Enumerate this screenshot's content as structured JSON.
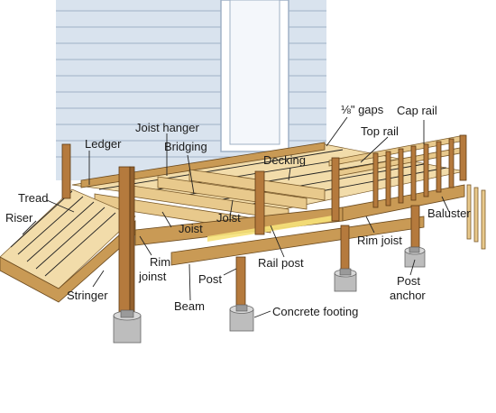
{
  "labels": {
    "joist_hanger": "Joist hanger",
    "ledger": "Ledger",
    "bridging": "Bridging",
    "eighth_gaps": "⅛\" gaps",
    "cap_rail": "Cap rail",
    "top_rail": "Top rail",
    "decking": "Decking",
    "tread": "Tread",
    "riser": "Riser",
    "joist_left": "Joist",
    "joist_right": "Joist",
    "baluster": "Baluster",
    "rim_joist": "Rim joist",
    "rail_post": "Rail post",
    "rim_joinst_1": "Rim",
    "rim_joinst_2": "joinst",
    "post": "Post",
    "post_anchor_1": "Post",
    "post_anchor_2": "anchor",
    "stringer": "Stringer",
    "beam": "Beam",
    "concrete_footing": "Concrete footing"
  },
  "colors": {
    "wood": "#e8c98c",
    "post": "#b57a3d",
    "siding": "#d9e3ee",
    "concrete": "#bdbdbd",
    "highlight": "#f6e27a"
  }
}
